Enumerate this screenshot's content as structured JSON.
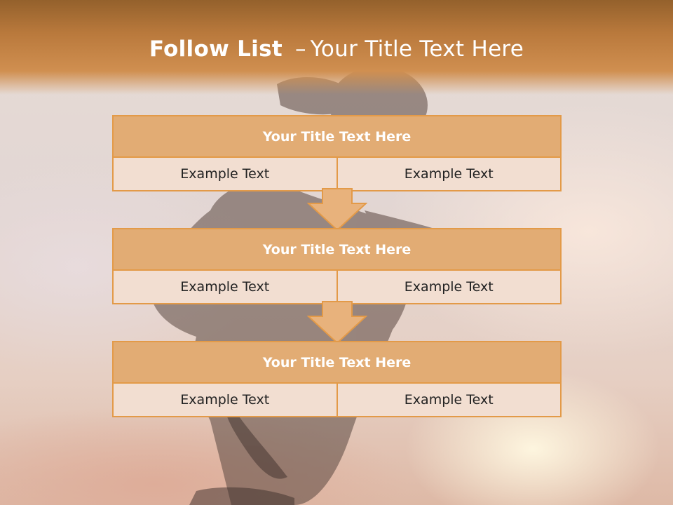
{
  "slide": {
    "title_bold": "Follow List",
    "title_separator": "–",
    "title_rest": "Your Title Text Here"
  },
  "blocks": [
    {
      "title": "Your Title Text Here",
      "left_text": "Example Text",
      "right_text": "Example Text"
    },
    {
      "title": "Your Title Text Here",
      "left_text": "Example Text",
      "right_text": "Example Text"
    },
    {
      "title": "Your Title Text Here",
      "left_text": "Example Text",
      "right_text": "Example Text"
    }
  ],
  "colors": {
    "header_band": "#b9793c",
    "block_title_fill": "#e2ac74",
    "block_body_fill": "#f2ded1",
    "block_border": "#e39a48",
    "arrow_fill": "#e8b27c"
  },
  "icons": [
    "down-arrow-icon"
  ]
}
